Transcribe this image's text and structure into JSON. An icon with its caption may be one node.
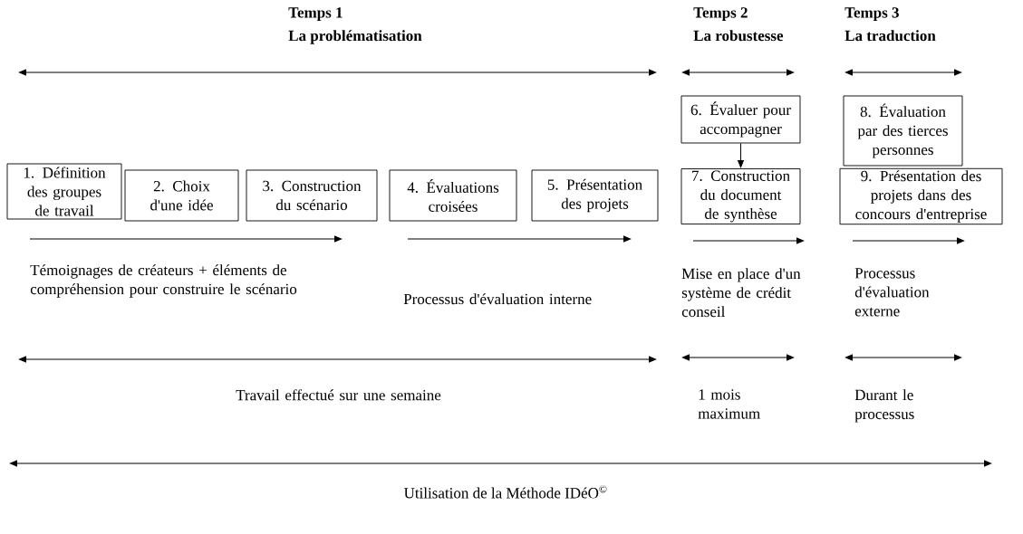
{
  "diagram": {
    "nodes": [
      {
        "text": [
          "1. Définition des groupes de travail"
        ]
      },
      {
        "text": [
          "2. Choix d'une idée"
        ]
      },
      {
        "text": [
          "3. Construction du scénario"
        ]
      },
      {
        "text": [
          "4. Évaluations croisées"
        ]
      },
      {
        "text": [
          "5. Présentation des projets"
        ]
      },
      {
        "text": [
          "6. Évaluer pour accompagner"
        ]
      },
      {
        "text": [
          "7. Construction du document de synthèse"
        ]
      },
      {
        "text": [
          "8. Évaluation par des tierces personnes"
        ]
      },
      {
        "text": [
          "9. Présentation des projets dans des concours d'entreprise"
        ]
      }
    ],
    "edges": [
      {
        "from": 5,
        "to": 6,
        "arrow": "to"
      }
    ],
    "labels": [
      "Temps 1",
      "La problématisation",
      "Temps 2",
      "La robustesse",
      "Temps 3",
      "La traduction",
      "Témoignages de créateurs + éléments de compréhension pour construire le scénario",
      "Processus d'évaluation interne",
      "Mise en place d'un système de crédit conseil",
      "Processus d'évaluation externe",
      "Travail effectué sur une semaine",
      "1 mois maximum",
      "Durant le processus",
      "Utilisation de la Méthode IDéO$^{©}$"
    ]
  }
}
